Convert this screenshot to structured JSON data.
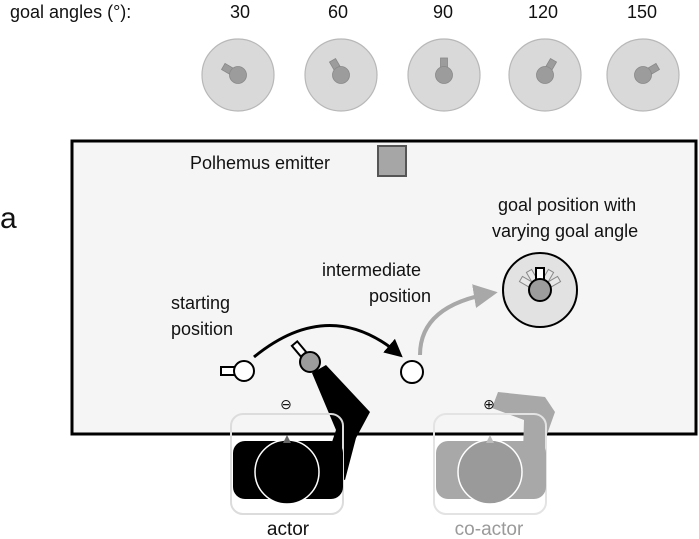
{
  "goal_angles": {
    "label": "goal angles (°):",
    "values": [
      "30",
      "60",
      "90",
      "120",
      "150"
    ]
  },
  "panel_label": "a",
  "emitter": {
    "label": "Polhemus emitter"
  },
  "positions": {
    "start_line1": "starting",
    "start_line2": "position",
    "intermediate_line1": "intermediate",
    "intermediate_line2": "position",
    "goal_line1": "goal position with",
    "goal_line2": "varying goal angle"
  },
  "participants": {
    "actor": "actor",
    "coactor": "co-actor"
  },
  "colors": {
    "table_bg": "#f5f5f5",
    "dial_fill": "#d9d9d9",
    "knob_fill": "#9c9c9c",
    "actor": "#000000",
    "coactor": "#9a9a9a",
    "emitter": "#a6a6a6"
  }
}
